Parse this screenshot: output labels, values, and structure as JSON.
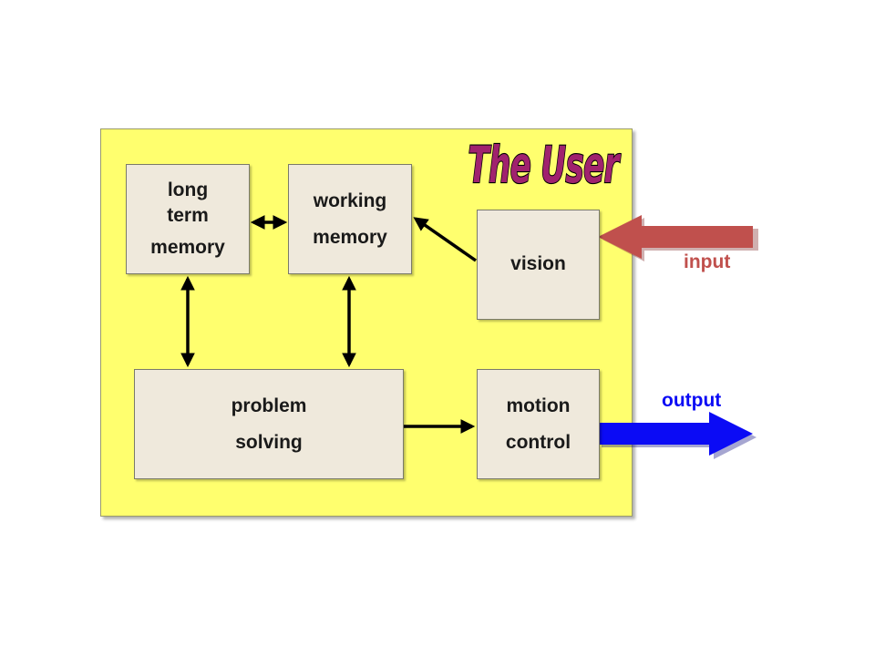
{
  "title": "The User",
  "boxes": {
    "long_term_memory": [
      "long",
      "term",
      "memory"
    ],
    "working_memory": [
      "working",
      "memory"
    ],
    "vision": [
      "vision"
    ],
    "problem_solving": [
      "problem",
      "solving"
    ],
    "motion_control": [
      "motion",
      "control"
    ]
  },
  "io": {
    "input": "input",
    "output": "output"
  },
  "colors": {
    "panel": "#ffff6e",
    "box": "#efe9dc",
    "title": "#a0226e",
    "input_arrow": "#c0504d",
    "output_arrow": "#0b0bf5"
  }
}
